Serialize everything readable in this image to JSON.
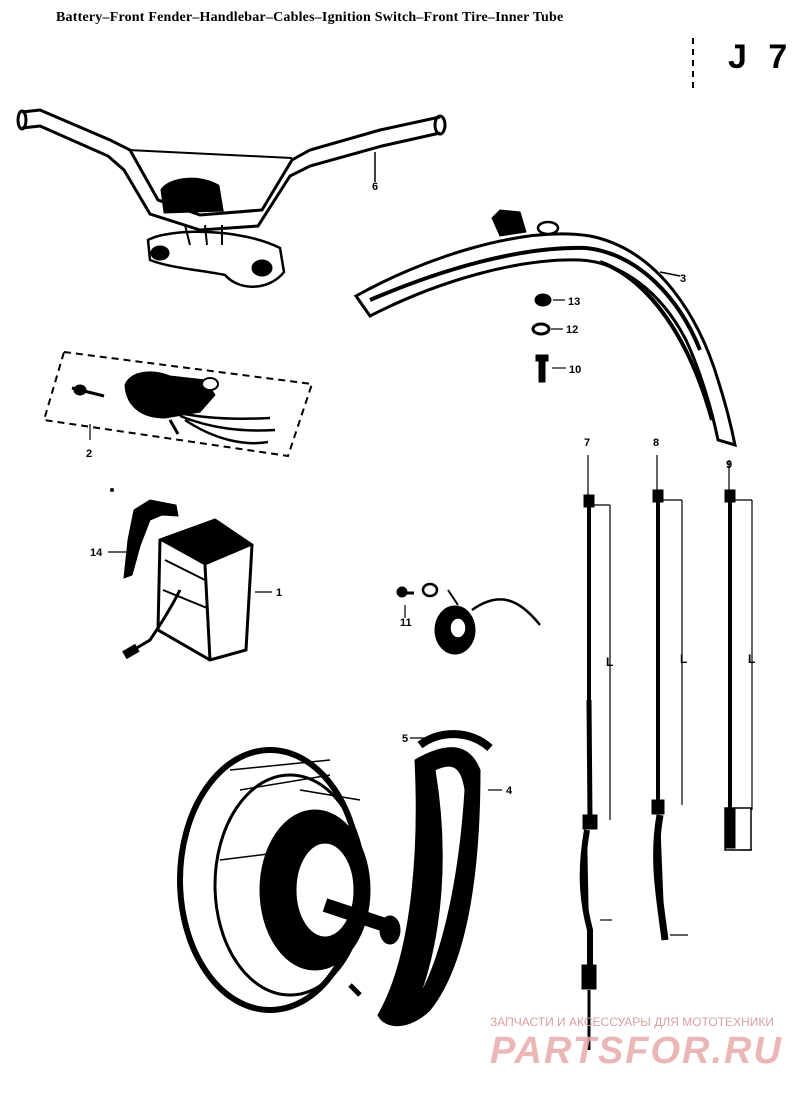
{
  "header": {
    "title": "Battery–Front Fender–Handlebar–Cables–Ignition Switch–Front Tire–Inner Tube",
    "page_code": "J 7"
  },
  "callouts": {
    "handlebar": "6",
    "fender": "3",
    "nut": "13",
    "washer": "12",
    "bolt": "10",
    "ignition_switch": "2",
    "battery_strap": "14",
    "battery": "1",
    "cable_a": "7",
    "cable_b": "8",
    "cable_c": "9",
    "horn_screw": "11",
    "inner_tube": "5",
    "tire": "4"
  },
  "cable_length_label": "L",
  "watermark": {
    "line1": "ЗАПЧАСТИ И АКСЕССУАРЫ ДЛЯ МОТОТЕХНИКИ",
    "logo": "PARTSFOR.RU"
  }
}
